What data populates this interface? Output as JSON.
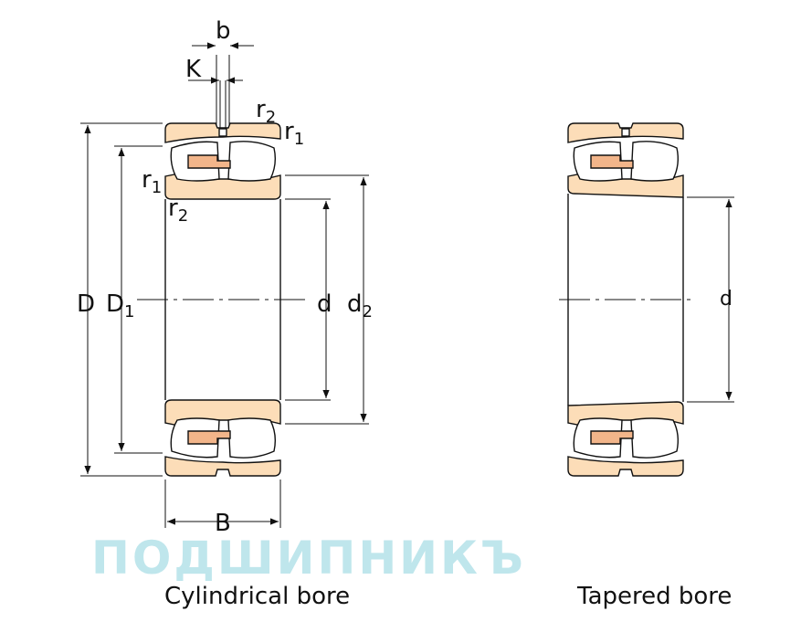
{
  "labels": {
    "b": "b",
    "K": "K",
    "r": "r",
    "sub1": "1",
    "sub2": "2",
    "D": "D",
    "D1": "D",
    "d": "d",
    "d2": "d",
    "B": "B",
    "d_tapered": "d"
  },
  "captions": {
    "cylindrical": "Cylindrical bore",
    "tapered": "Tapered bore"
  },
  "watermark": {
    "text": "ПОДШИПНИКЪ"
  },
  "colors": {
    "ring": "#fcddb8",
    "roller": "#ffffff",
    "cage": "#f2b58a",
    "line": "#111111",
    "watermark": "#bfe6ec"
  }
}
